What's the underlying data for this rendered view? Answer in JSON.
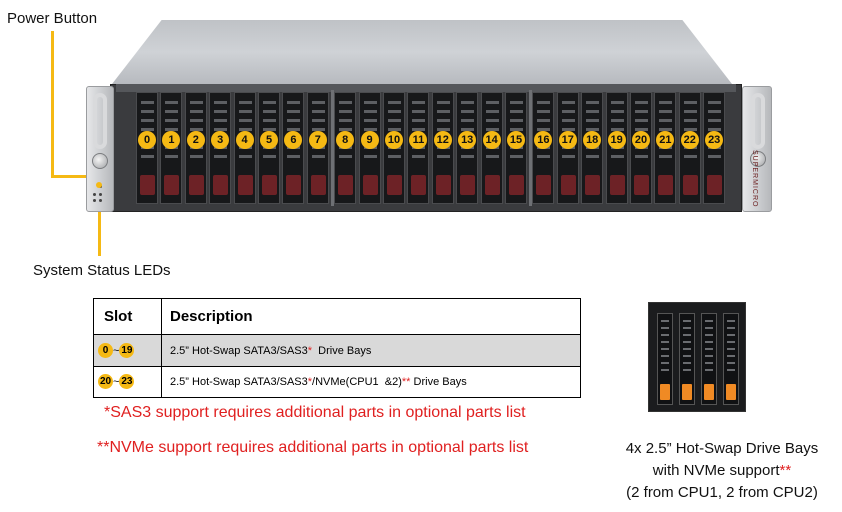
{
  "callouts": {
    "power_button": "Power Button",
    "system_status_leds": "System Status LEDs"
  },
  "chassis": {
    "brand": "SUPERMICRO",
    "bay_numbers": [
      "0",
      "1",
      "2",
      "3",
      "4",
      "5",
      "6",
      "7",
      "8",
      "9",
      "10",
      "11",
      "12",
      "13",
      "14",
      "15",
      "16",
      "17",
      "18",
      "19",
      "20",
      "21",
      "22",
      "23"
    ]
  },
  "table": {
    "headers": {
      "slot": "Slot",
      "description": "Description"
    },
    "rows": [
      {
        "slot_from": "0",
        "tilde": "~",
        "slot_to": "19",
        "desc_pre": "2.5” Hot-Swap SATA3/SAS3",
        "star1": "*",
        "desc_mid": "  Drive Bays",
        "desc_tail": "",
        "star2": "",
        "desc_end": ""
      },
      {
        "slot_from": "20",
        "tilde": "~",
        "slot_to": "23",
        "desc_pre": "2.5” Hot-Swap SATA3/SAS3",
        "star1": "*",
        "desc_mid": "/NVMe(CPU1  &2)",
        "star2": "**",
        "desc_end": " Drive Bays"
      }
    ]
  },
  "notes": {
    "sas3": "*SAS3 support requires additional parts in optional parts list",
    "nvme": "**NVMe support requires additional parts in optional parts list"
  },
  "nvme_caption": {
    "line1": "4x 2.5” Hot-Swap Drive Bays",
    "line2_pre": "with NVMe support",
    "line2_star": "**",
    "line3": "(2 from CPU1, 2 from CPU2)"
  },
  "colors": {
    "callout": "#f5b914",
    "note_red": "#e02020",
    "drive_latch": "#6d2226",
    "nvme_latch": "#f08a24"
  }
}
